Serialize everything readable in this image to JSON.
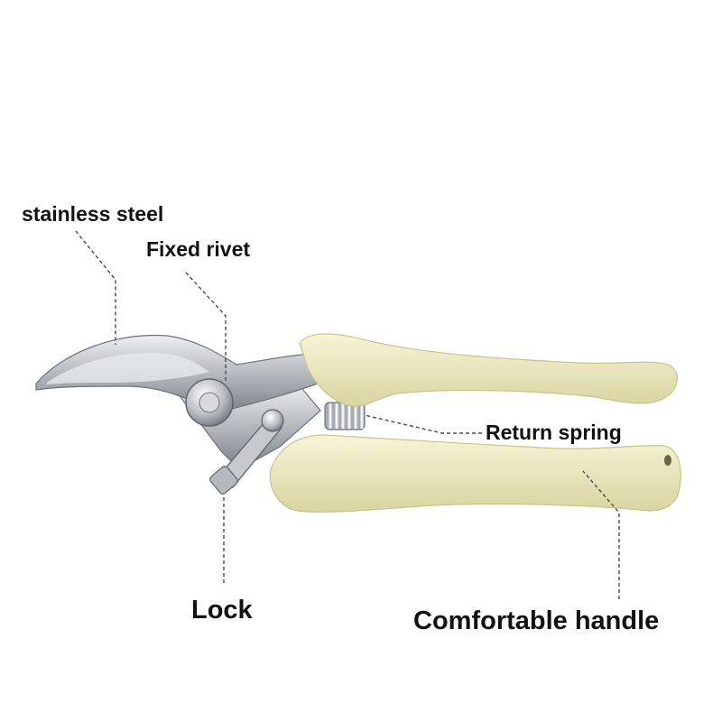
{
  "diagram": {
    "subject": "pruning shears",
    "labels": {
      "stainless_steel": "stainless steel",
      "fixed_rivet": "Fixed rivet",
      "return_spring": "Return spring",
      "lock": "Lock",
      "comfortable_handle": "Comfortable handle"
    }
  },
  "colors": {
    "background": "#ffffff",
    "handle": "#ece9bf",
    "handle_shadow": "#d4cf9a",
    "steel": "#c3c7cb",
    "steel_dark": "#6d7378",
    "leader_line": "#4a4a4a",
    "text": "#111111"
  }
}
